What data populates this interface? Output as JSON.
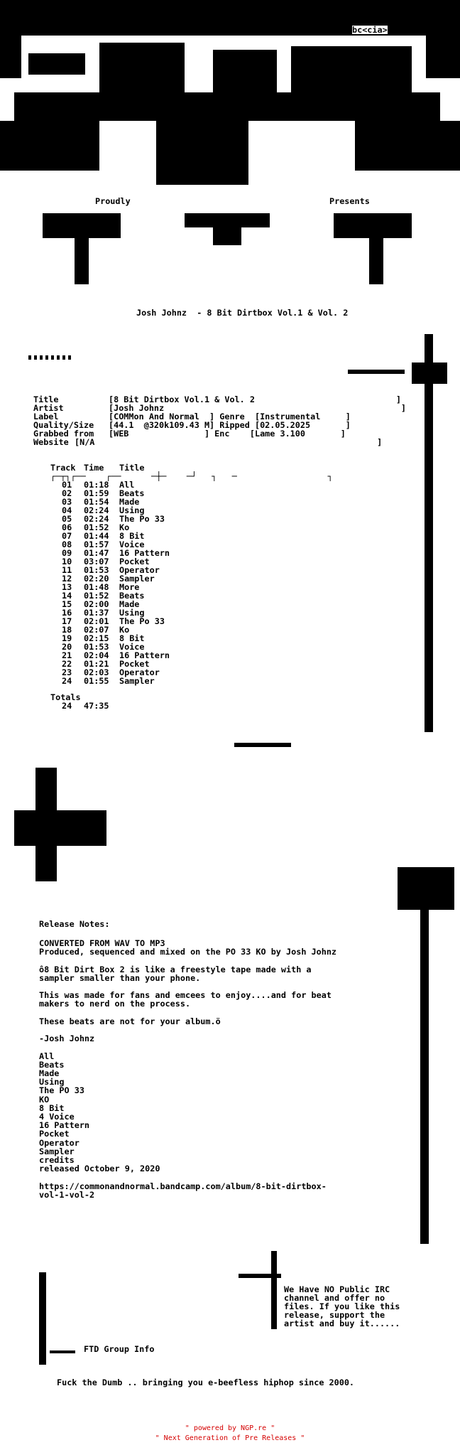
{
  "header": {
    "tag": "bc<cia>",
    "proudly": "Proudly",
    "presents": "Presents",
    "release_title_line": "Josh Johnz  - 8 Bit Dirtbox Vol.1 & Vol. 2"
  },
  "info": {
    "title_label": "Title",
    "title_value": "[8 Bit Dirtbox Vol.1 & Vol. 2                            ]",
    "artist_label": "Artist",
    "artist_value": "[Josh Johnz                                               ]",
    "label_label": "Label",
    "label_value": "[COMMon And Normal  ] Genre  [Instrumental     ]",
    "quality_label": "Quality/Size",
    "quality_value": "[44.1  @320k109.43 M] Ripped [02.05.2025       ]",
    "grabbed_label": "Grabbed from",
    "grabbed_value": "[WEB               ] Enc    [Lame 3.100       ]",
    "website_label": "Website",
    "website_value": "[N/A                                                        ]"
  },
  "tracklist": {
    "header_track": "Track",
    "header_time": "Time",
    "header_title": "Title",
    "rule": "┌─┬┐┌──    ┌──      ─┼─    ─┘   ┐   ─                  ┐",
    "tracks": [
      {
        "n": "01",
        "time": "01:18",
        "title": "All"
      },
      {
        "n": "02",
        "time": "01:59",
        "title": "Beats"
      },
      {
        "n": "03",
        "time": "01:54",
        "title": "Made"
      },
      {
        "n": "04",
        "time": "02:24",
        "title": "Using"
      },
      {
        "n": "05",
        "time": "02:24",
        "title": "The Po 33"
      },
      {
        "n": "06",
        "time": "01:52",
        "title": "Ko"
      },
      {
        "n": "07",
        "time": "01:44",
        "title": "8 Bit"
      },
      {
        "n": "08",
        "time": "01:57",
        "title": "Voice"
      },
      {
        "n": "09",
        "time": "01:47",
        "title": "16 Pattern"
      },
      {
        "n": "10",
        "time": "03:07",
        "title": "Pocket"
      },
      {
        "n": "11",
        "time": "01:53",
        "title": "Operator"
      },
      {
        "n": "12",
        "time": "02:20",
        "title": "Sampler"
      },
      {
        "n": "13",
        "time": "01:48",
        "title": "More"
      },
      {
        "n": "14",
        "time": "01:52",
        "title": "Beats"
      },
      {
        "n": "15",
        "time": "02:00",
        "title": "Made"
      },
      {
        "n": "16",
        "time": "01:37",
        "title": "Using"
      },
      {
        "n": "17",
        "time": "02:01",
        "title": "The Po 33"
      },
      {
        "n": "18",
        "time": "02:07",
        "title": "Ko"
      },
      {
        "n": "19",
        "time": "02:15",
        "title": "8 Bit"
      },
      {
        "n": "20",
        "time": "01:53",
        "title": "Voice"
      },
      {
        "n": "21",
        "time": "02:04",
        "title": "16 Pattern"
      },
      {
        "n": "22",
        "time": "01:21",
        "title": "Pocket"
      },
      {
        "n": "23",
        "time": "02:03",
        "title": "Operator"
      },
      {
        "n": "24",
        "time": "01:55",
        "title": "Sampler"
      }
    ],
    "totals_label": "Totals",
    "totals_count": "24",
    "totals_time": "47:35"
  },
  "notes": {
    "heading": "Release Notes:",
    "lines": [
      "CONVERTED FROM WAV TO MP3",
      "Produced, sequenced and mixed on the PO 33 KO by Josh Johnz",
      "",
      "ô8 Bit Dirt Box 2 is like a freestyle tape made with a",
      "sampler smaller than your phone.",
      "",
      "This was made for fans and emcees to enjoy....and for beat",
      "makers to nerd on the process.",
      "",
      "These beats are not for your album.ö",
      "",
      "-Josh Johnz",
      "",
      "All",
      "Beats",
      "Made",
      "Using",
      "The PO 33",
      "KO",
      "8 Bit",
      "4 Voice",
      "16 Pattern",
      "Pocket",
      "Operator",
      "Sampler",
      "credits",
      "released October 9, 2020",
      "",
      "https://commonandnormal.bandcamp.com/album/8-bit-dirtbox-",
      "vol-1-vol-2"
    ]
  },
  "group": {
    "irc_lines": [
      "We Have NO Public IRC",
      "channel and offer no",
      "files. If you like this",
      "release, support the",
      "artist and buy it......"
    ],
    "group_info": "FTD Group Info",
    "slogan": "Fuck the Dumb .. bringing you e-beefless hiphop since 2000."
  },
  "footer": {
    "line1": "\" powered by NGP.re \"",
    "line2": "\" Next Generation of Pre Releases \""
  }
}
